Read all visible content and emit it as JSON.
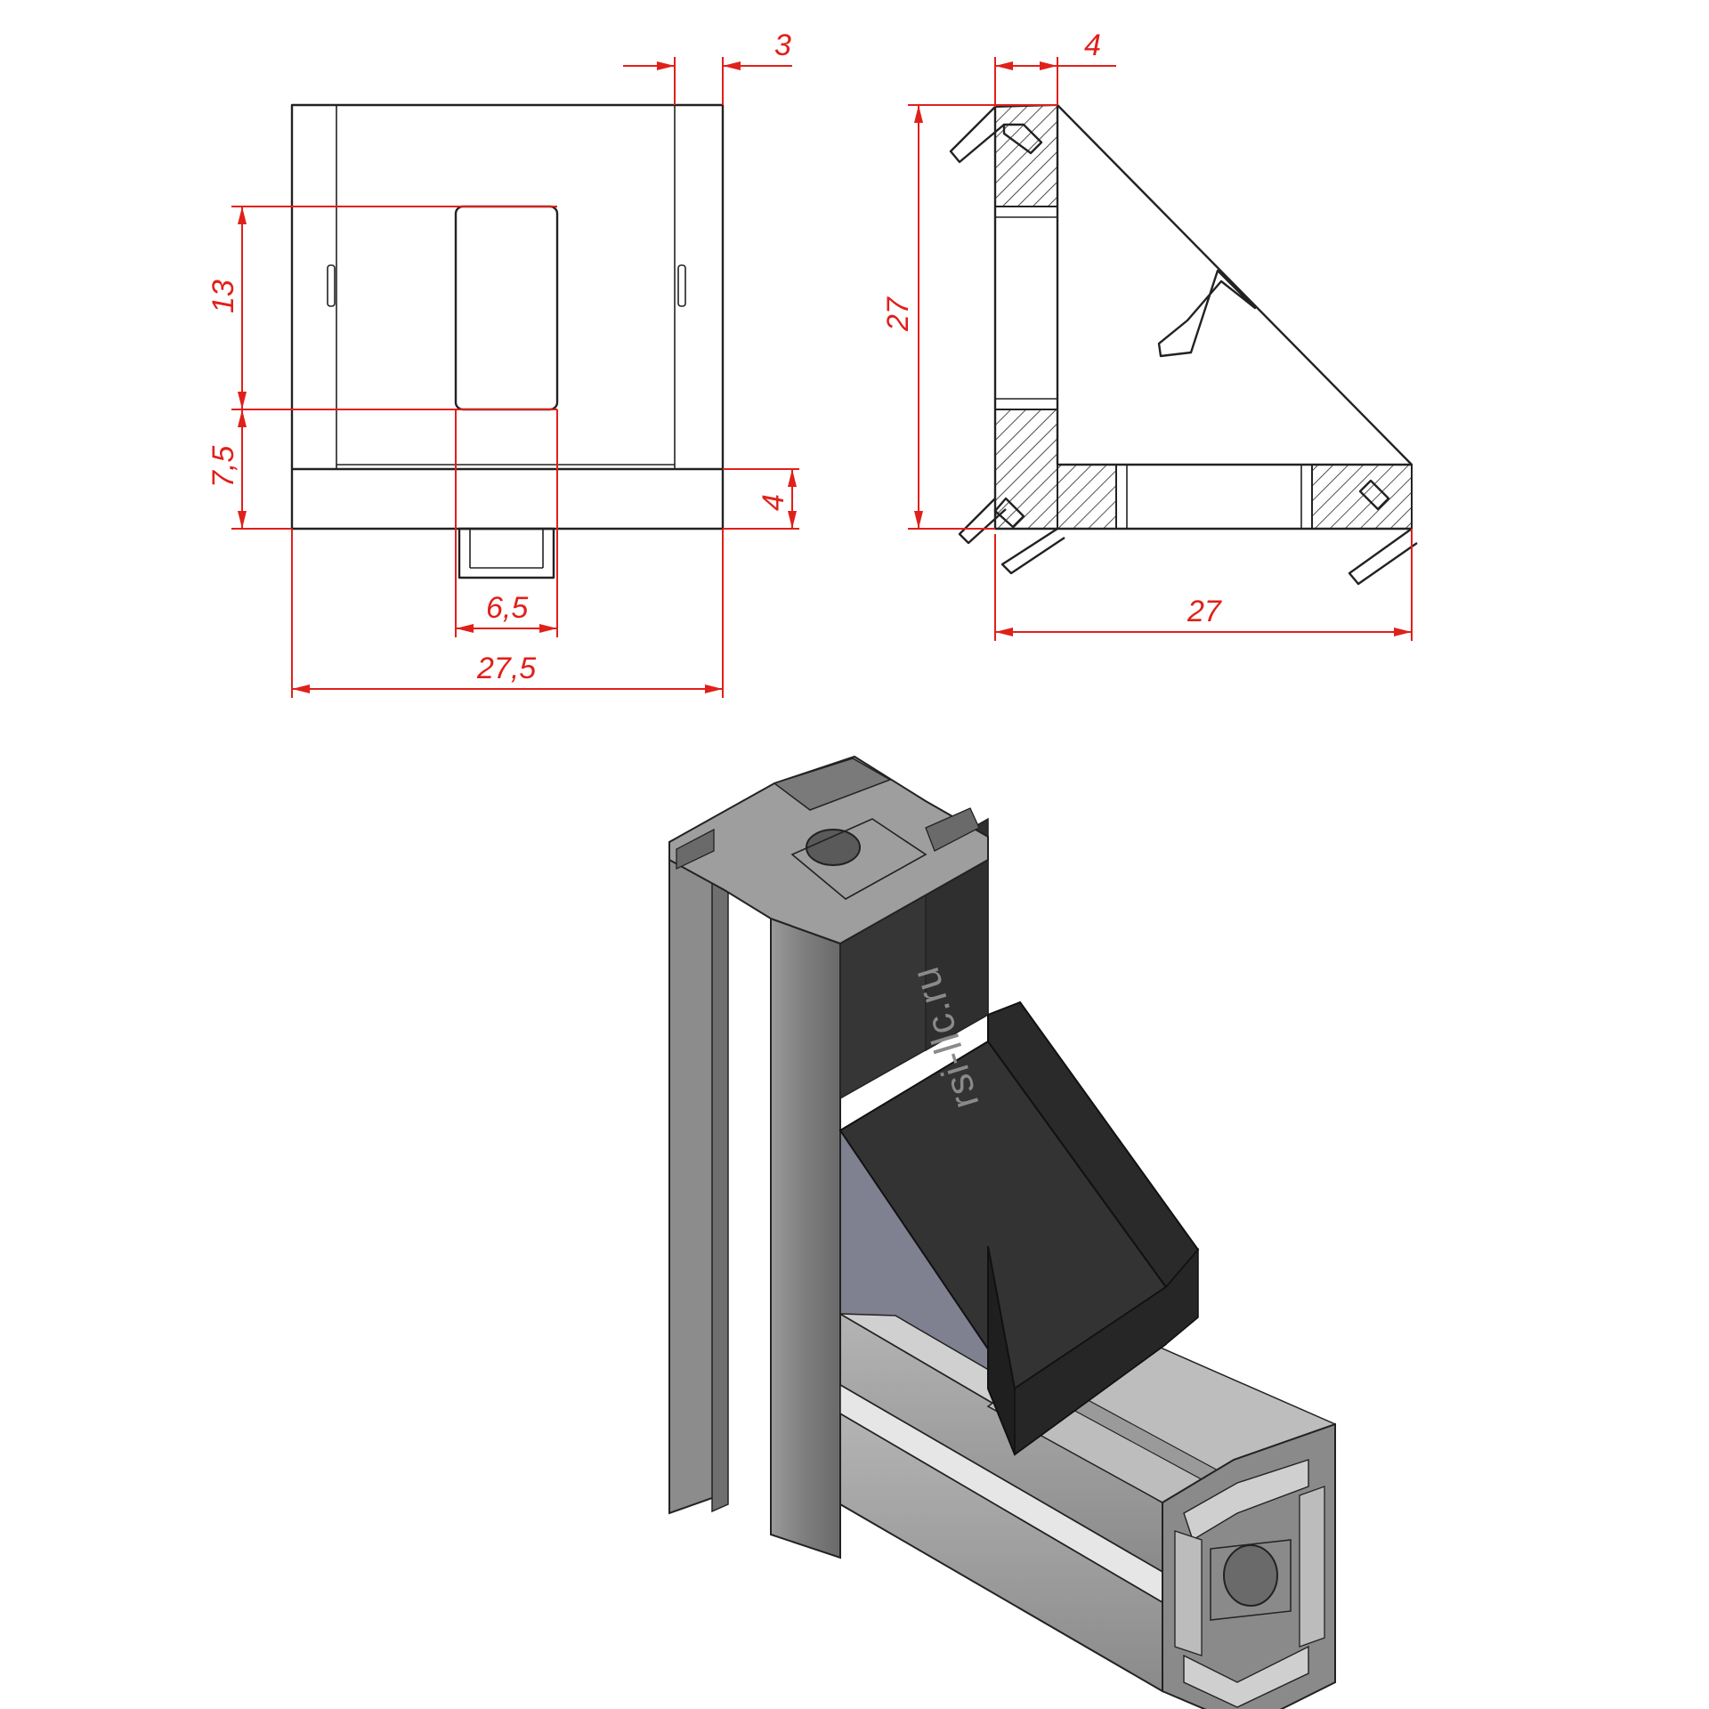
{
  "dimensions": {
    "front_view": {
      "top_offset": "3",
      "height_upper": "13",
      "height_lower": "7,5",
      "base_thickness": "4",
      "slot_width": "6,5",
      "overall_width": "27,5"
    },
    "side_view": {
      "top_offset": "4",
      "height": "27",
      "width": "27"
    }
  },
  "iso_view": {
    "brand_text": "rsi-llc.ru"
  },
  "colors": {
    "dimension": "#e0201a",
    "outline": "#222222",
    "bracket": "#3c3c3c",
    "profile": "#8f8f8f"
  }
}
